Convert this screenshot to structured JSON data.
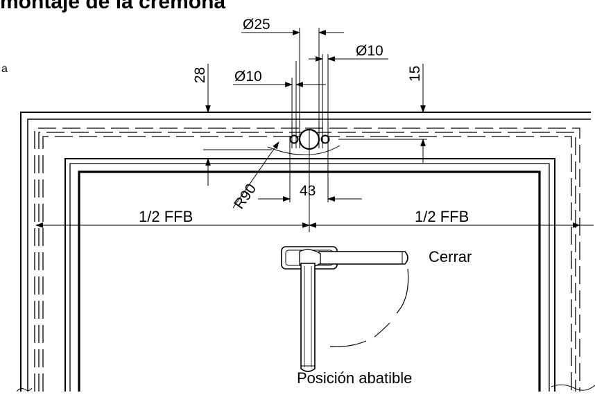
{
  "title": "montaje de la cremona",
  "side_marker": "a",
  "dimensions": {
    "d25": "Ø25",
    "d10_right": "Ø10",
    "d10_left": "Ø10",
    "h28": "28",
    "h15": "15",
    "r90": "R90",
    "w43": "43",
    "half_ffb_left": "1/2 FFB",
    "half_ffb_right": "1/2 FFB"
  },
  "labels": {
    "close": "Cerrar",
    "fold_position": "Posición abatible"
  }
}
